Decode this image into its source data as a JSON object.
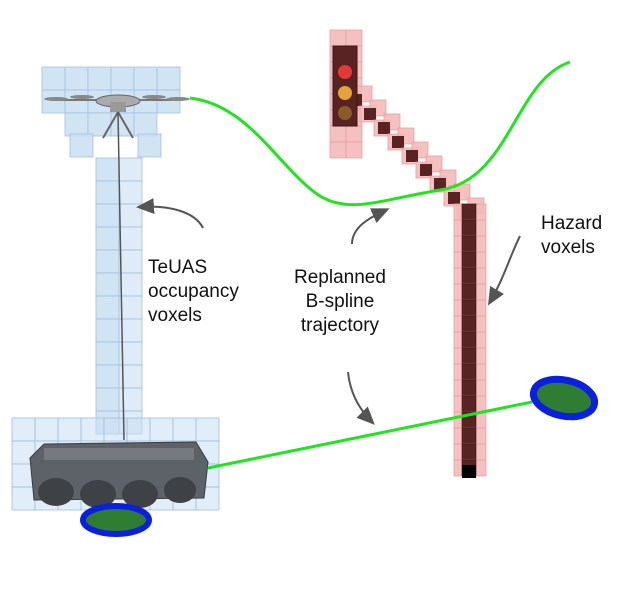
{
  "labels": {
    "teuas": [
      "TeUAS",
      "occupancy",
      "voxels"
    ],
    "replanned": [
      "Replanned",
      "B-spline",
      "trajectory"
    ],
    "hazard": [
      "Hazard",
      "voxels"
    ]
  },
  "colors": {
    "occupancy_voxel_fill": "#c9dff2",
    "occupancy_voxel_edge": "#9fc2e2",
    "hazard_voxel_fill": "#f4b9b9",
    "hazard_core": "#5a2323",
    "trajectory": "#1fe51f",
    "goal_fill": "#2e7d32",
    "goal_ring": "#0a1fe0",
    "light_red": "#e53935",
    "light_amber": "#e3a33a",
    "light_brown": "#8a5a2b",
    "tether": "#555555",
    "arrow": "#555555"
  },
  "icons": [
    "drone-icon",
    "ground-vehicle-icon",
    "traffic-light-icon"
  ]
}
